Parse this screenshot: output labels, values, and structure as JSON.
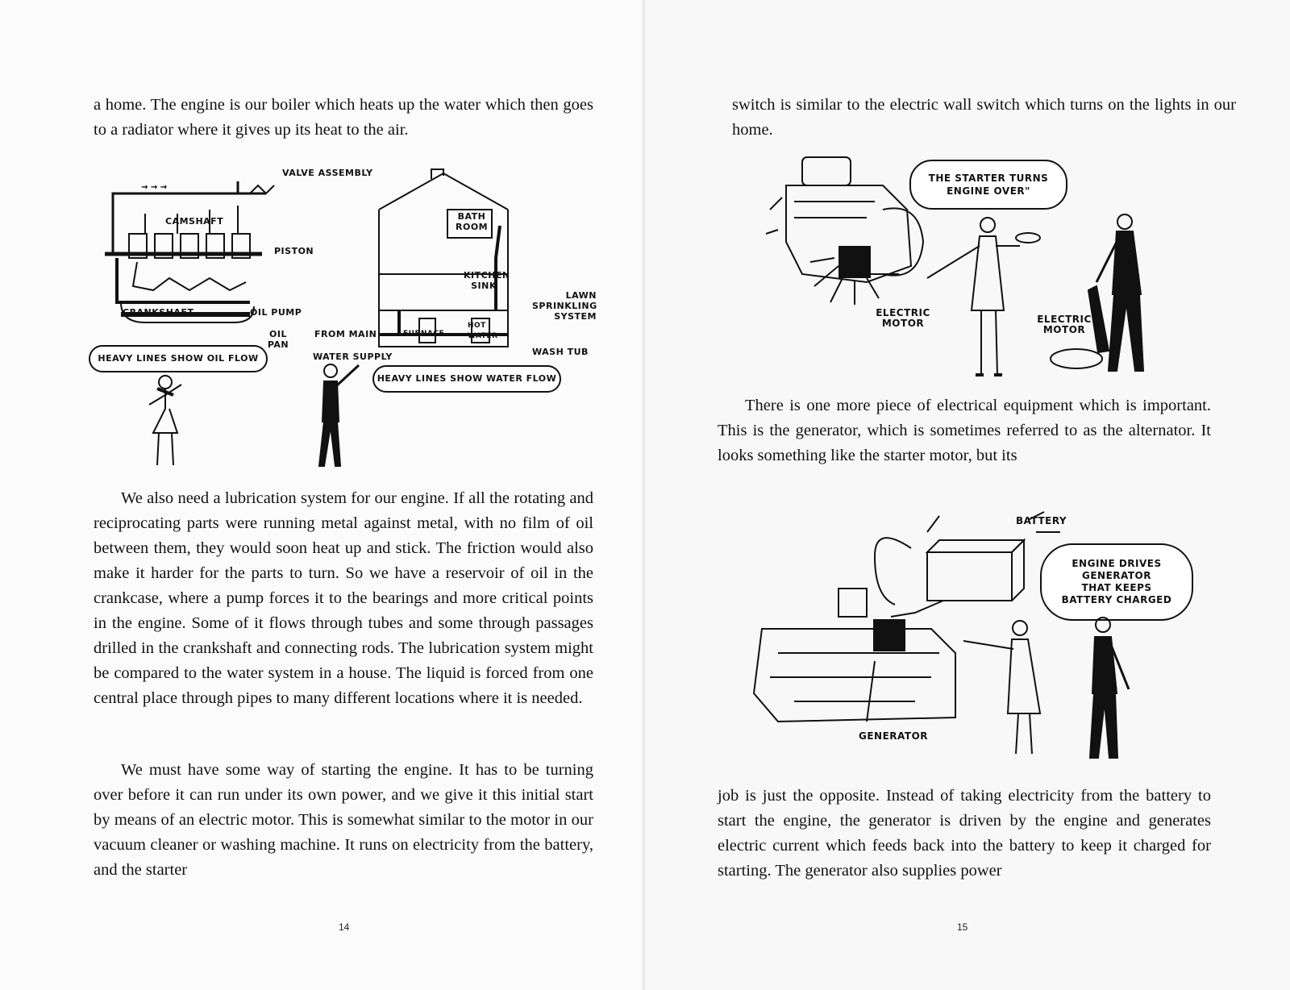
{
  "left_page": {
    "para1": "a home. The engine is our boiler which heats up the water which then goes to a radiator where it gives up its heat to the air.",
    "diagram": {
      "valve_assembly": "VALVE ASSEMBLY",
      "camshaft": "CAMSHAFT",
      "piston": "PISTON",
      "crankshaft": "CRANKSHAFT",
      "oil_pump": "OIL PUMP",
      "oil_pan": "OIL PAN",
      "oil_bubble": "HEAVY LINES SHOW OIL FLOW",
      "bathroom": "BATH ROOM",
      "kitchen_sink": "KITCHEN SINK",
      "lawn_sprinkling": "LAWN SPRINKLING SYSTEM",
      "from_main": "FROM MAIN",
      "furnace": "FURNACE",
      "hot_water": "HOT WATER",
      "water_supply": "WATER SUPPLY",
      "wash_tub": "WASH TUB",
      "water_bubble": "HEAVY LINES SHOW WATER FLOW"
    },
    "para2": "We also need a lubrication system for our engine. If all the rotating and reciprocating parts were running metal against metal, with no film of oil between them, they would soon heat up and stick. The friction would also make it harder for the parts to turn. So we have a reservoir of oil in the crankcase, where a pump forces it to the bearings and more critical points in the engine. Some of it flows through tubes and some through passages drilled in the crankshaft and connecting rods. The lubrication system might be compared to the water system in a house. The liquid is forced from one central place through pipes to many different locations where it is needed.",
    "para3": "We must have some way of starting the engine. It has to be turning over before it can run under its own power, and we give it this initial start by means of an electric motor. This is somewhat similar to the motor in our vacuum cleaner or washing machine. It runs on electricity from the battery, and the starter",
    "page_number": "14"
  },
  "right_page": {
    "para1": "switch is similar to the electric wall switch which turns on the lights in our home.",
    "starter_illustration": {
      "bubble": "THE STARTER TURNS ENGINE OVER\"",
      "bubble_line1": "THE STARTER TURNS",
      "bubble_line2": "ENGINE OVER\"",
      "electric_motor_1": "ELECTRIC MOTOR",
      "electric_motor_2": "ELECTRIC MOTOR"
    },
    "para2": "There is one more piece of electrical equipment which is important. This is the generator, which is sometimes referred to as the alternator. It looks something like the starter motor, but its",
    "generator_illustration": {
      "battery": "BATTERY",
      "generator": "GENERATOR",
      "bubble": "ENGINE DRIVES GENERATOR THAT KEEPS BATTERY CHARGED",
      "bubble_line1": "ENGINE DRIVES",
      "bubble_line2": "GENERATOR",
      "bubble_line3": "THAT KEEPS",
      "bubble_line4": "BATTERY CHARGED"
    },
    "para3": "job is just the opposite. Instead of taking electricity from the battery to start the engine, the generator is driven by the engine and generates electric current which feeds back into the battery to keep it charged for starting. The generator also supplies power",
    "page_number": "15"
  }
}
